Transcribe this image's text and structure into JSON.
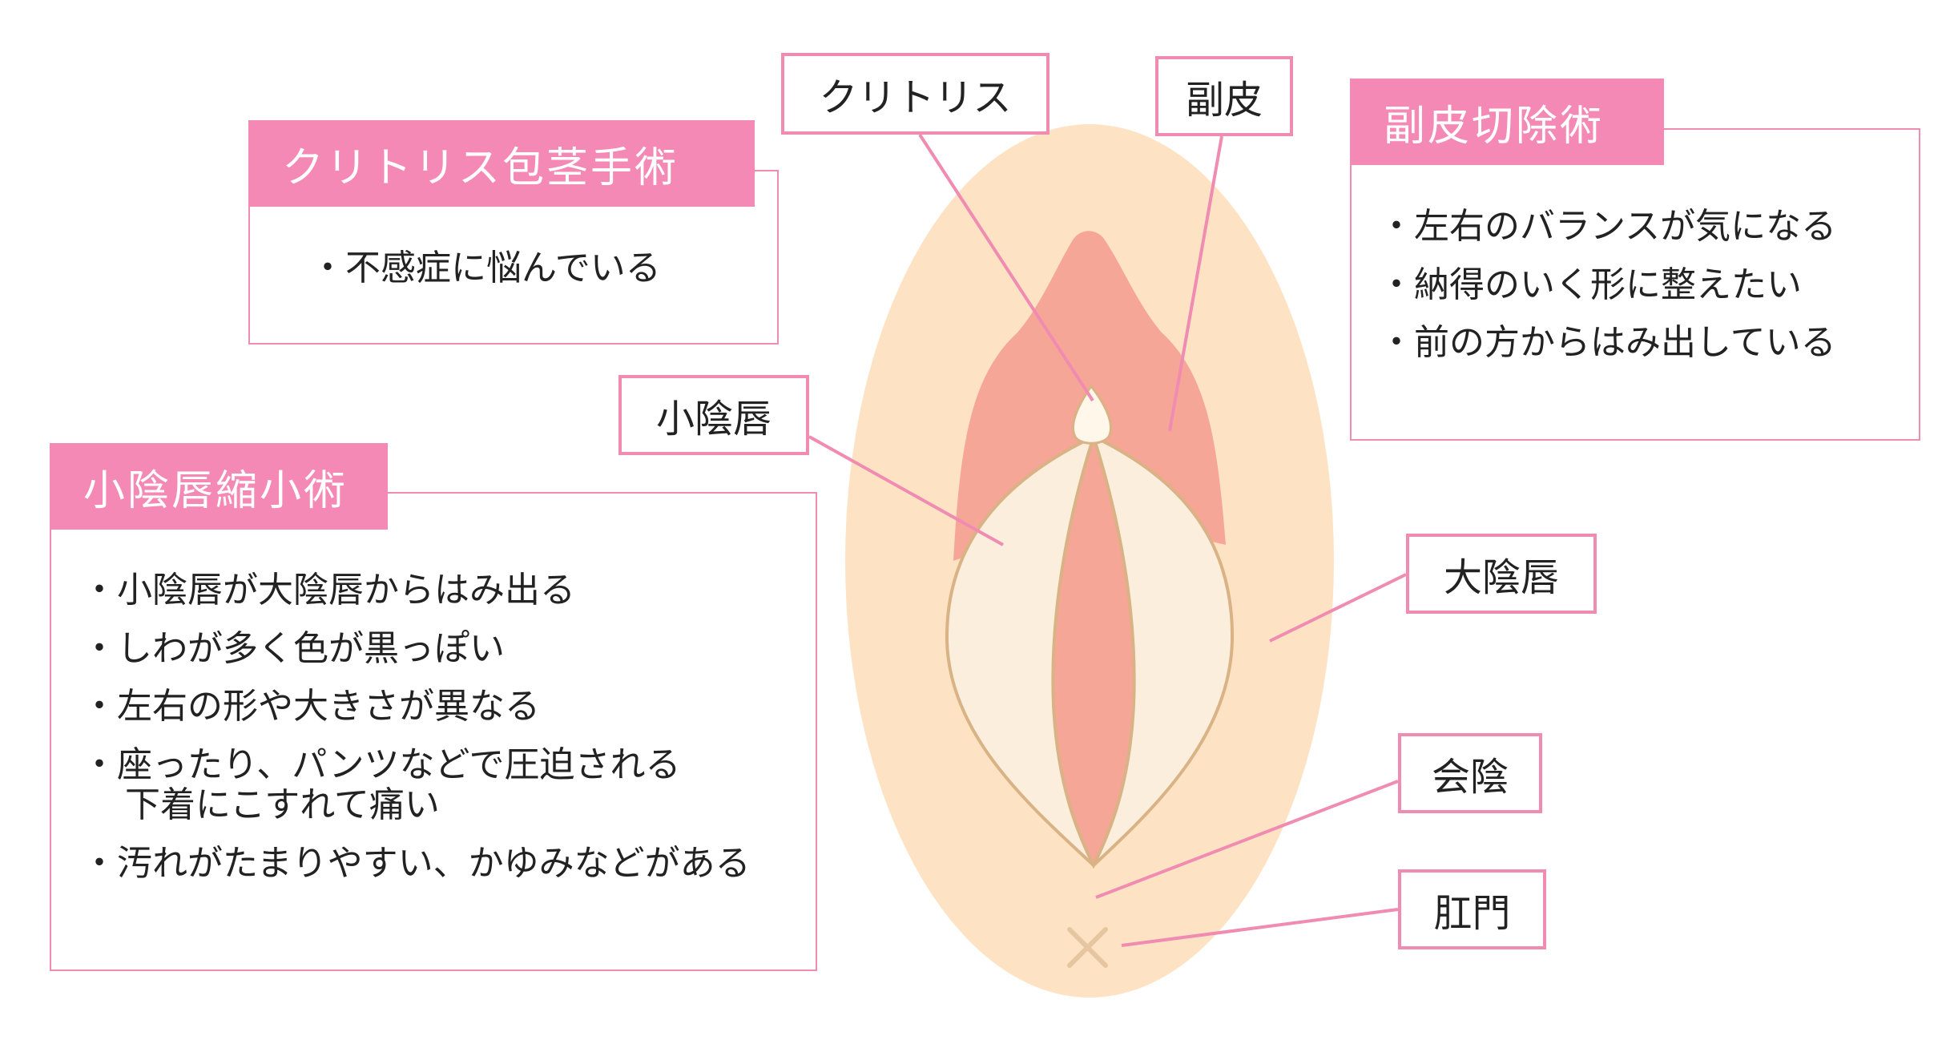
{
  "colors": {
    "accent_pink": "#f589b5",
    "border_pink": "#f08bb2",
    "skin": "#fde3c4",
    "labia_major_inner": "#fbeedd",
    "pink_tissue": "#f6a696",
    "outline_tan": "#d9b385"
  },
  "labels": {
    "clitoris": "クリトリス",
    "prepuce": "副皮",
    "labia_minora": "小陰唇",
    "labia_majora": "大陰唇",
    "perineum": "会陰",
    "anus": "肛門"
  },
  "panels": {
    "clitoral_hood": {
      "title": "クリトリス包茎手術",
      "items": [
        "不感症に悩んでいる"
      ]
    },
    "prepuce_resection": {
      "title": "副皮切除術",
      "items": [
        "左右のバランスが気になる",
        "納得のいく形に整えたい",
        "前の方からはみ出している"
      ]
    },
    "labiaplasty": {
      "title": "小陰唇縮小術",
      "items": [
        {
          "line1": "小陰唇が大陰唇からはみ出る"
        },
        {
          "line1": "しわが多く色が黒っぽい"
        },
        {
          "line1": "左右の形や大きさが異なる"
        },
        {
          "line1": "座ったり、パンツなどで圧迫される",
          "line2": "下着にこすれて痛い"
        },
        {
          "line1": "汚れがたまりやすい、かゆみなどがある"
        }
      ]
    }
  }
}
